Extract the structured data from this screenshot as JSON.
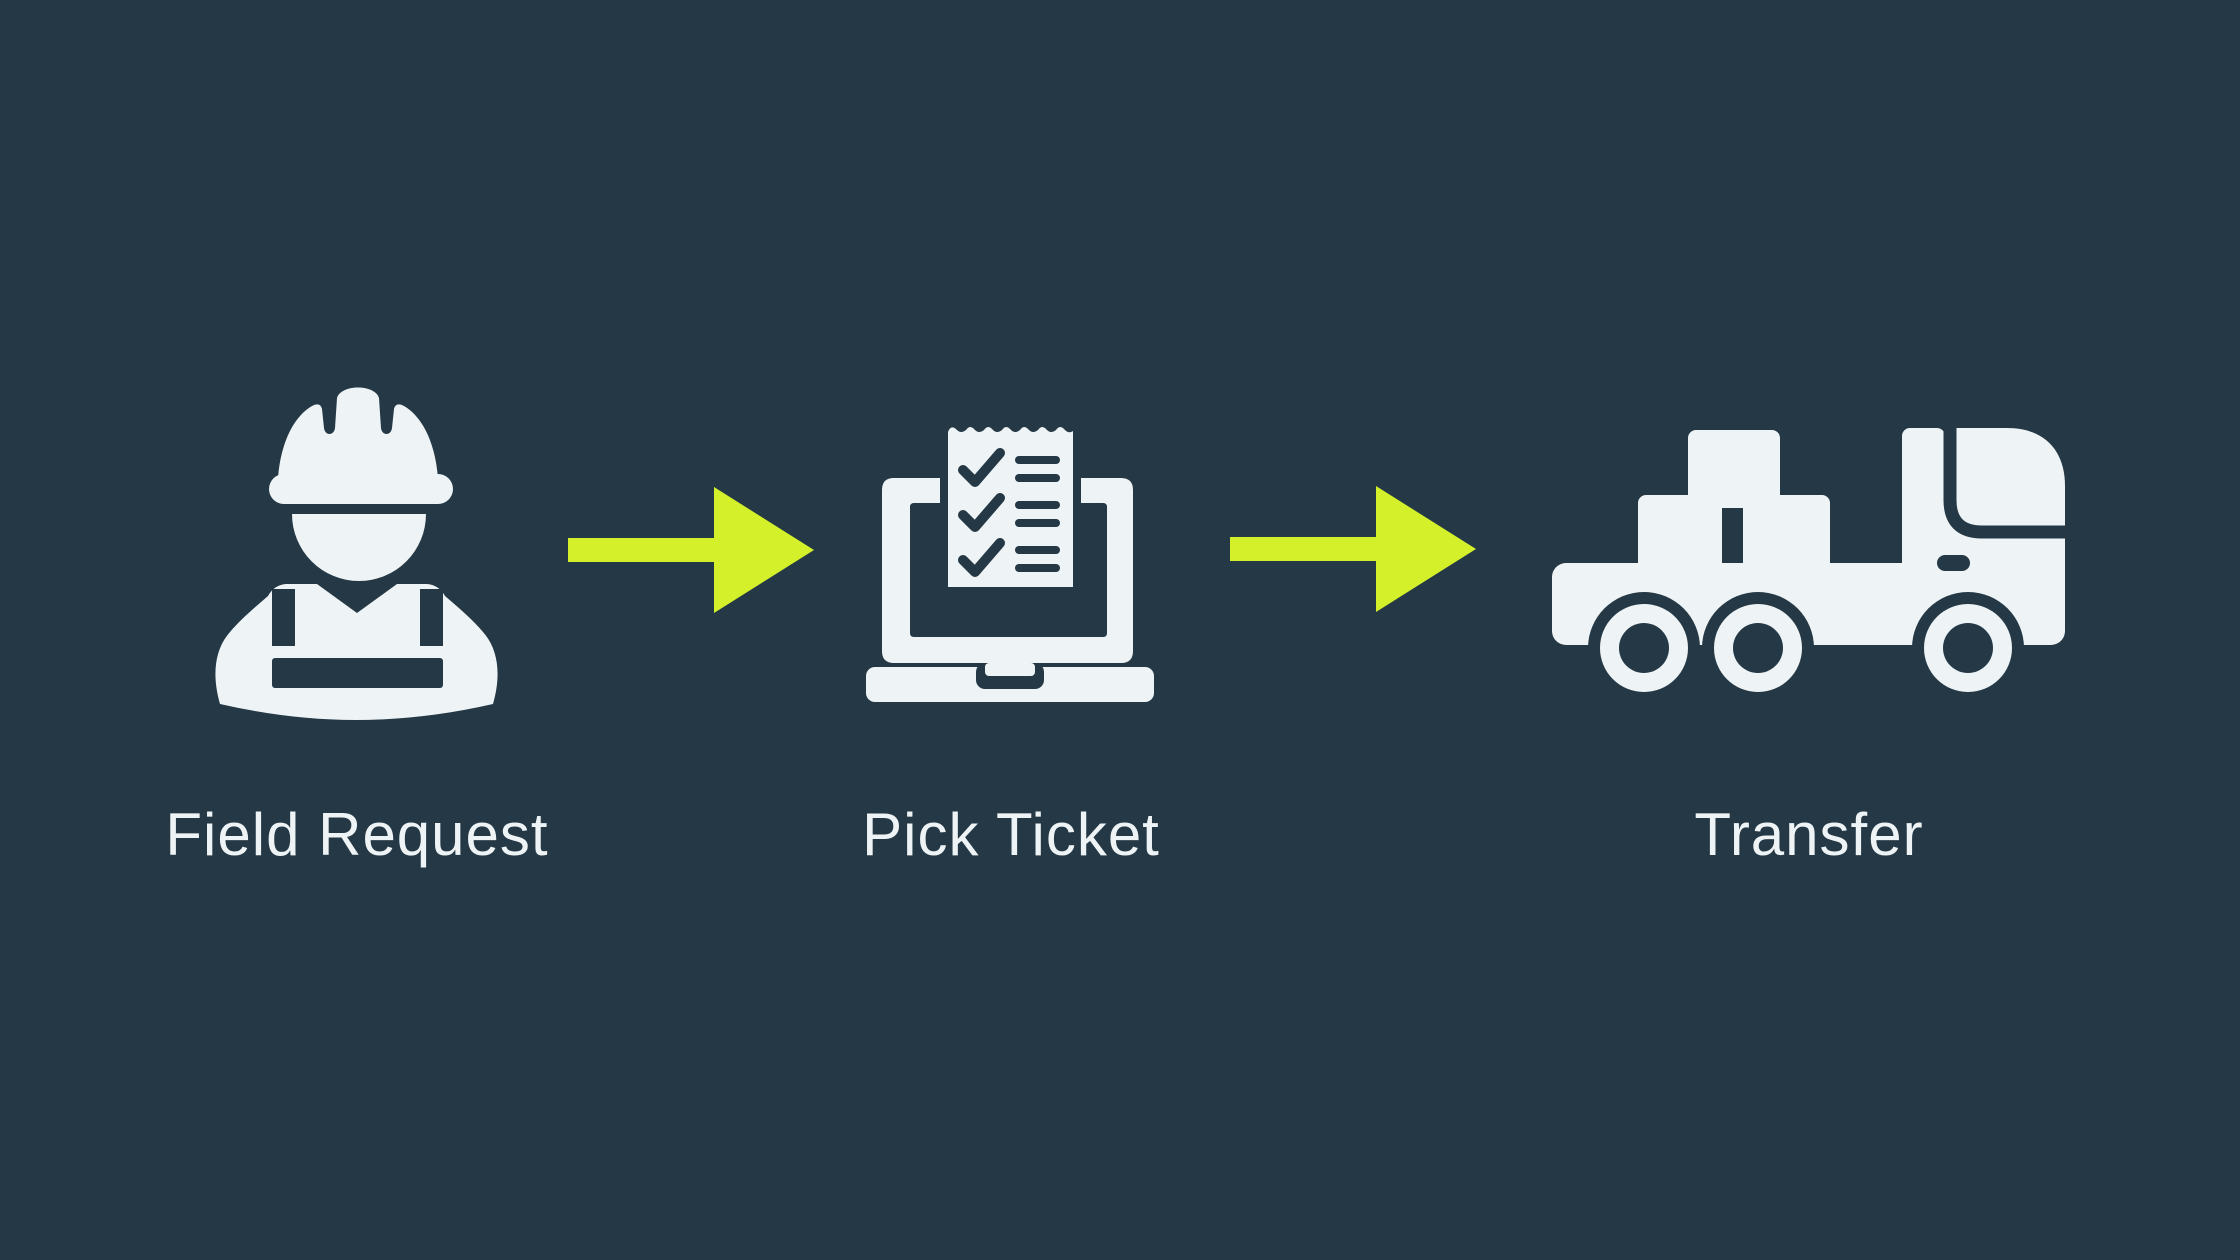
{
  "diagram": {
    "title": "inventory-flow-process",
    "background_color": "#243845",
    "icon_color": "#eef3f5",
    "accent_color": "#d3f02b",
    "text_color": "#eef3f5",
    "steps": [
      {
        "label": "Field Request",
        "icon": "construction-worker-icon"
      },
      {
        "label": "Pick Ticket",
        "icon": "laptop-checklist-icon"
      },
      {
        "label": "Transfer",
        "icon": "cargo-truck-icon"
      }
    ],
    "connectors": [
      {
        "icon": "arrow-right-icon",
        "direction": "right"
      },
      {
        "icon": "arrow-right-icon",
        "direction": "right"
      }
    ]
  }
}
